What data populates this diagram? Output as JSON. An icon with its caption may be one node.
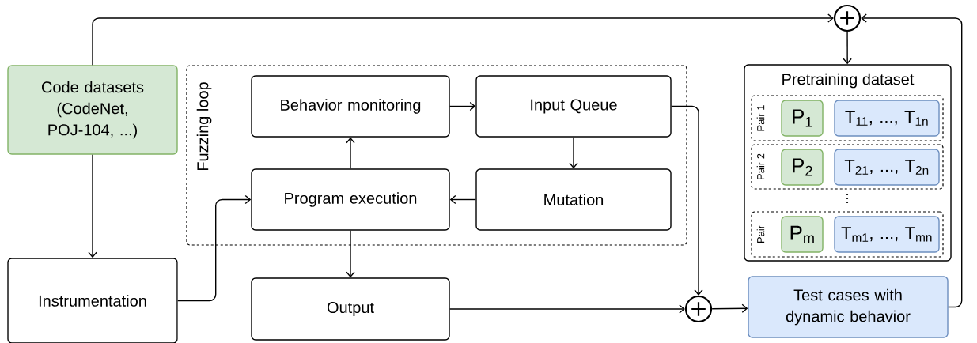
{
  "diagram": {
    "nodes": [
      {
        "text": [
          "Code datasets (CodeNet, POJ-104, ...)"
        ]
      },
      {
        "text": [
          "Instrumentation"
        ]
      },
      {
        "text": [
          "Fuzzing loop"
        ]
      },
      {
        "text": [
          "Behavior monitoring"
        ],
        "in": 2
      },
      {
        "text": [
          "Input Queue"
        ],
        "in": 2
      },
      {
        "text": [
          "Program execution"
        ],
        "in": 2
      },
      {
        "text": [
          "Mutation"
        ],
        "in": 2
      },
      {
        "text": [
          "Output"
        ]
      },
      {
        "text": [],
        "shape": "circle"
      },
      {
        "text": [
          "Test cases with dynamic behavior"
        ]
      },
      {
        "text": [],
        "shape": "circle"
      },
      {
        "text": [
          "Pretraining dataset"
        ]
      },
      {
        "text": [
          "Pair 1"
        ],
        "in": 11
      },
      {
        "text": [
          "P$_{1}$"
        ],
        "in": 12
      },
      {
        "text": [
          "T$_{11}$, ..., T$_{1n}$"
        ],
        "in": 12
      },
      {
        "text": [
          "Pair 2"
        ],
        "in": 11
      },
      {
        "text": [
          "P$_{2}$"
        ],
        "in": 15
      },
      {
        "text": [
          "T$_{21}$, ..., T$_{2n}$"
        ],
        "in": 15
      },
      {
        "text": [
          "Pair"
        ],
        "in": 11
      },
      {
        "text": [
          "P$_{m}$"
        ],
        "in": 18
      },
      {
        "text": [
          "T$_{m1}$, ..., T$_{mn}$"
        ],
        "in": 18
      }
    ],
    "edges": [
      {
        "from": 0,
        "to": 10,
        "arrow": "to"
      },
      {
        "from": 9,
        "to": 10,
        "arrow": "to"
      },
      {
        "from": 10,
        "to": 11,
        "arrow": "to"
      },
      {
        "from": 0,
        "to": 1,
        "arrow": "to"
      },
      {
        "from": 1,
        "to": 5,
        "arrow": "to"
      },
      {
        "from": 3,
        "to": 4,
        "arrow": "to"
      },
      {
        "from": 4,
        "to": 6,
        "arrow": "to"
      },
      {
        "from": 6,
        "to": 5,
        "arrow": "to"
      },
      {
        "from": 5,
        "to": 3,
        "arrow": "to"
      },
      {
        "from": 5,
        "to": 7,
        "arrow": "to"
      },
      {
        "from": 7,
        "to": 8,
        "arrow": "to"
      },
      {
        "from": 4,
        "to": 8,
        "arrow": "to"
      },
      {
        "from": 8,
        "to": 9,
        "arrow": "to"
      }
    ]
  }
}
